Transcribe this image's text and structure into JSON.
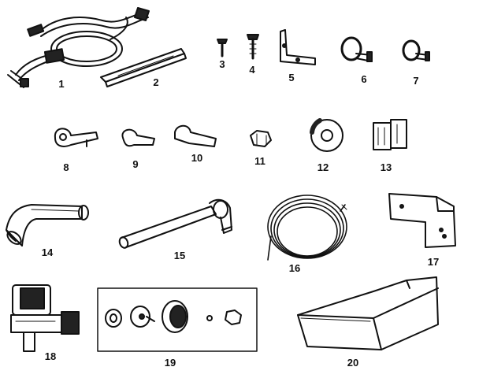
{
  "parts": [
    {
      "id": "wire-harness",
      "label": "1"
    },
    {
      "id": "channel-strip",
      "label": "2"
    },
    {
      "id": "screw-3",
      "label": "3"
    },
    {
      "id": "screw-4",
      "label": "4"
    },
    {
      "id": "l-bracket",
      "label": "5"
    },
    {
      "id": "clamp-6",
      "label": "6"
    },
    {
      "id": "clamp-7",
      "label": "7"
    },
    {
      "id": "clamp-8",
      "label": "8"
    },
    {
      "id": "clamp-9",
      "label": "9"
    },
    {
      "id": "clamp-10",
      "label": "10"
    },
    {
      "id": "nut-11",
      "label": "11"
    },
    {
      "id": "washer-12",
      "label": "12"
    },
    {
      "id": "clip-13",
      "label": "13"
    },
    {
      "id": "elbow-tube",
      "label": "14"
    },
    {
      "id": "fill-tube",
      "label": "15"
    },
    {
      "id": "tubing-coil",
      "label": "16"
    },
    {
      "id": "mounting-bracket",
      "label": "17"
    },
    {
      "id": "water-valve",
      "label": "18"
    },
    {
      "id": "compression-kit",
      "label": "19"
    },
    {
      "id": "ice-bin",
      "label": "20"
    }
  ]
}
